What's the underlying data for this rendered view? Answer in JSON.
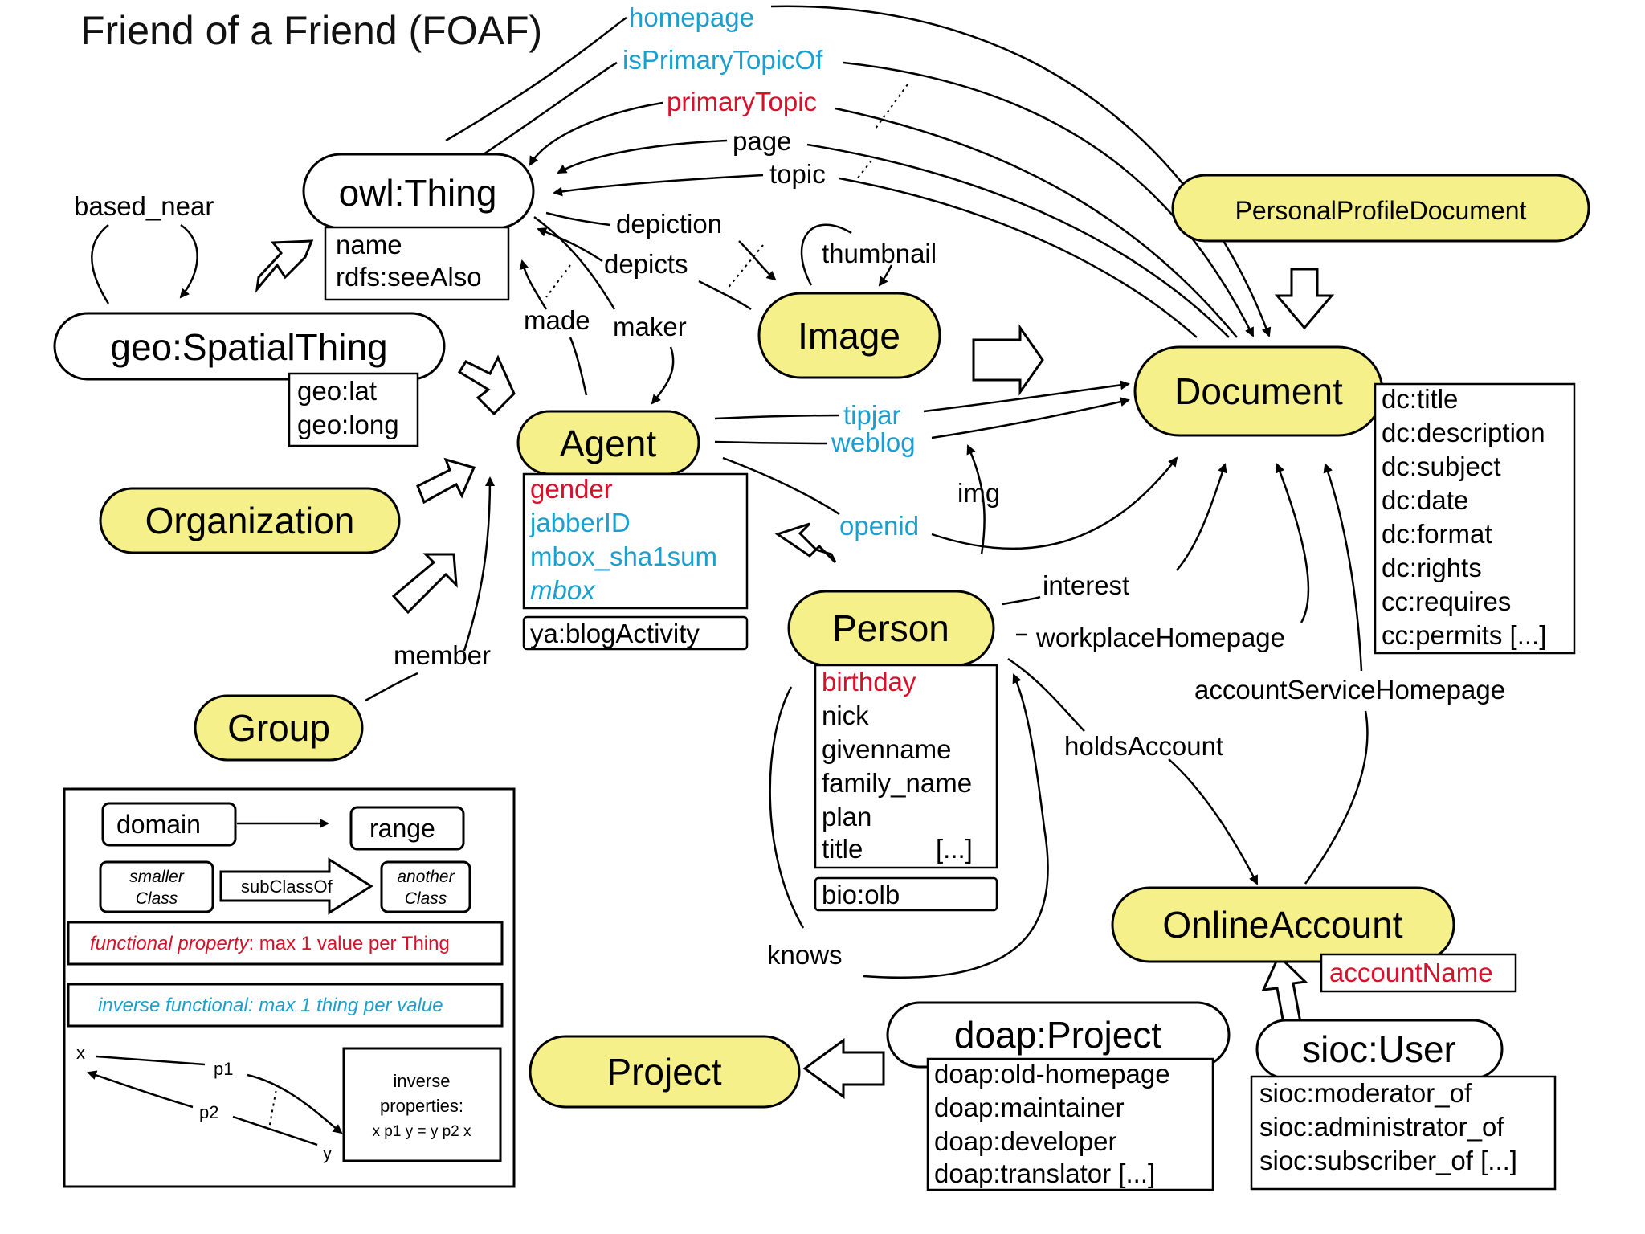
{
  "title": "Friend of a Friend (FOAF)",
  "classes": {
    "owl_thing": "owl:Thing",
    "geo_spatial_thing": "geo:SpatialThing",
    "agent": "Agent",
    "organization": "Organization",
    "group": "Group",
    "image": "Image",
    "document": "Document",
    "personal_profile_document": "PersonalProfileDocument",
    "person": "Person",
    "online_account": "OnlineAccount",
    "doap_project": "doap:Project",
    "project": "Project",
    "sioc_user": "sioc:User"
  },
  "properties": {
    "owl_thing": [
      "name",
      "rdfs:seeAlso"
    ],
    "geo_spatial_thing": [
      "geo:lat",
      "geo:long"
    ],
    "agent": [
      {
        "text": "gender",
        "kind": "functional"
      },
      {
        "text": "jabberID",
        "kind": "inverse"
      },
      {
        "text": "mbox_sha1sum",
        "kind": "inverse"
      },
      {
        "text": "mbox",
        "kind": "inverse-italic"
      }
    ],
    "agent_extra": "ya:blogActivity",
    "document": [
      "dc:title",
      "dc:description",
      "dc:subject",
      "dc:date",
      "dc:format",
      "dc:rights",
      "cc:requires",
      "cc:permits [...]"
    ],
    "person": [
      {
        "text": "birthday",
        "kind": "functional"
      },
      {
        "text": "nick",
        "kind": "plain"
      },
      {
        "text": "givenname",
        "kind": "plain"
      },
      {
        "text": "family_name",
        "kind": "plain"
      },
      {
        "text": "plan",
        "kind": "plain"
      },
      {
        "text": "title",
        "kind": "plain"
      }
    ],
    "person_more": "[...]",
    "person_extra": "bio:olb",
    "online_account": "accountName",
    "doap_project": [
      "doap:old-homepage",
      "doap:maintainer",
      "doap:developer",
      "doap:translator [...]"
    ],
    "sioc_user": [
      "sioc:moderator_of",
      "sioc:administrator_of",
      "sioc:subscriber_of [...]"
    ]
  },
  "edges": {
    "homepage": "homepage",
    "is_primary_topic_of": "isPrimaryTopicOf",
    "primary_topic": "primaryTopic",
    "page": "page",
    "topic": "topic",
    "based_near": "based_near",
    "depiction": "depiction",
    "depicts": "depicts",
    "thumbnail": "thumbnail",
    "made": "made",
    "maker": "maker",
    "tipjar": "tipjar",
    "weblog": "weblog",
    "img": "img",
    "openid": "openid",
    "interest": "interest",
    "workplace_homepage": "workplaceHomepage",
    "account_service_homepage": "accountServiceHomepage",
    "holds_account": "holdsAccount",
    "member": "member",
    "knows": "knows"
  },
  "legend": {
    "domain": "domain",
    "range": "range",
    "smaller_class": [
      "smaller",
      "Class"
    ],
    "subclassof": "subClassOf",
    "another_class": [
      "another",
      "Class"
    ],
    "functional_note_a": "functional property",
    "functional_note_b": ": max 1 value per Thing",
    "inverse_note": "inverse functional: max 1 thing per value",
    "x": "x",
    "y": "y",
    "p1": "p1",
    "p2": "p2",
    "inverse_props": [
      "inverse",
      "properties:",
      "x p1 y = y p2 x"
    ]
  },
  "colors": {
    "class_fill": "#f5f08a",
    "functional": "#d9102a",
    "inverse_functional": "#1a9fcf"
  }
}
